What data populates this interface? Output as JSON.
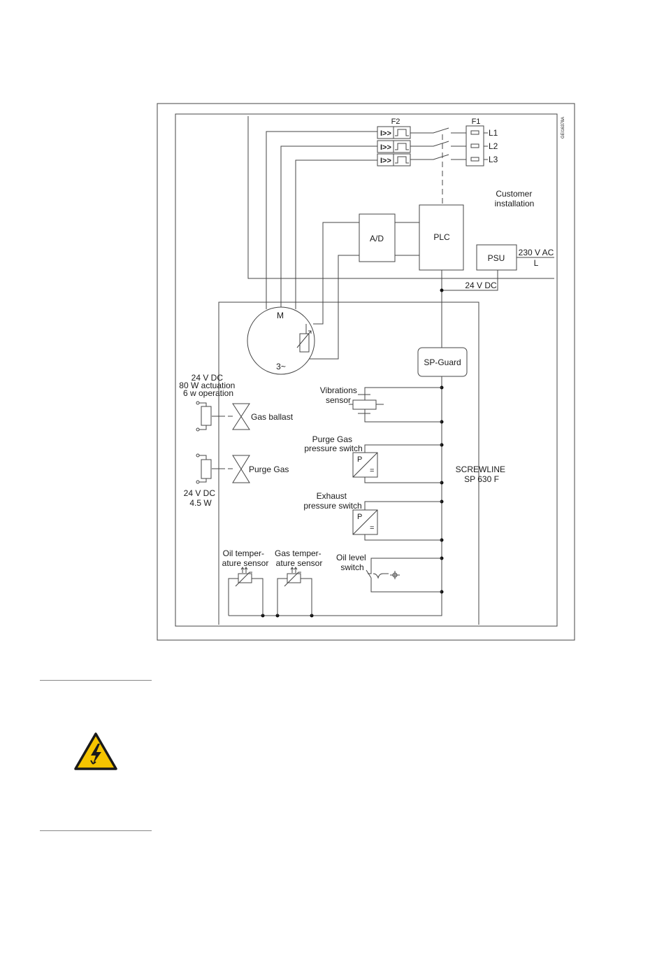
{
  "figure_id": "GEI16378A",
  "fuses": {
    "f2_label": "F2",
    "f1_label": "F1",
    "breaker_symbol": "I>>"
  },
  "phases": [
    "L1",
    "L2",
    "L3"
  ],
  "customer_installation": [
    "Customer",
    "installation"
  ],
  "blocks": {
    "ad": "A/D",
    "plc": "PLC",
    "psu": "PSU",
    "sp_guard": "SP-Guard"
  },
  "psu_supply": {
    "voltage": "230 V AC",
    "line": "L"
  },
  "dc_bus": "24 V DC",
  "motor": {
    "label": "M",
    "phase": "3~"
  },
  "gas_ballast_supply": [
    "24 V DC",
    "80 W actuation",
    "6 w operation"
  ],
  "valves": {
    "gas_ballast": "Gas ballast",
    "purge_gas": "Purge Gas"
  },
  "purge_gas_supply": [
    "24 V DC",
    "4.5 W"
  ],
  "sensors": {
    "vibrations": [
      "Vibrations",
      "sensor"
    ],
    "purge_gas_pressure": [
      "Purge Gas",
      "pressure switch"
    ],
    "exhaust_pressure": [
      "Exhaust",
      "pressure switch"
    ],
    "oil_temperature": [
      "Oil temper-",
      "ature sensor"
    ],
    "gas_temperature": [
      "Gas temper-",
      "ature sensor"
    ],
    "oil_level": [
      "Oil level",
      "switch"
    ]
  },
  "switch_symbols": {
    "pressure": "P",
    "equals": "="
  },
  "product": [
    "SCREWLINE",
    "SP 630 F"
  ],
  "colors": {
    "line": "#444444",
    "warning_fill": "#f5c400",
    "warning_border": "#1a1a1a"
  },
  "icons": {
    "warning": "electrical-hazard-warning-icon"
  }
}
